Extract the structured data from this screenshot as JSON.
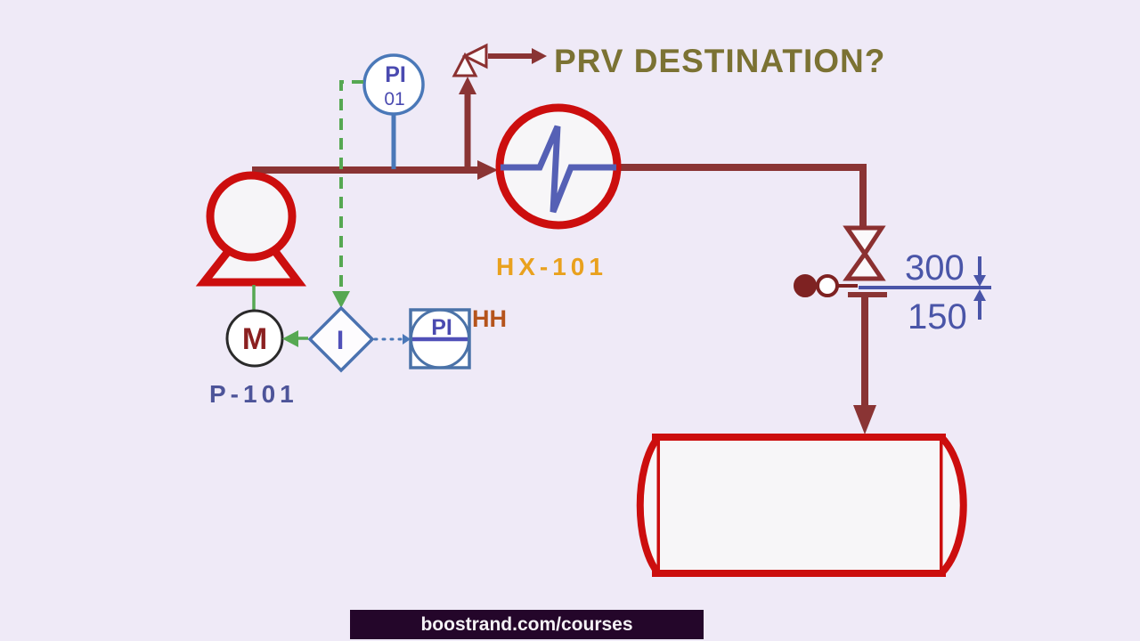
{
  "title": {
    "text": "PRV DESTINATION?"
  },
  "equipment": {
    "pump_label": "P-101",
    "exchanger_label": "HX-101"
  },
  "instruments": {
    "pi_bubble_line1": "PI",
    "pi_bubble_line2": "01",
    "motor_letter": "M",
    "interlock_letter": "I",
    "shared_pi_label": "PI",
    "alarm_flag": "HH"
  },
  "dimensions": {
    "upper_size": "300",
    "lower_size": "150"
  },
  "footer": {
    "url": "boostrand.com/courses"
  },
  "colors": {
    "background": "#efeaf7",
    "equipment_red": "#cc0e0e",
    "pipe_maroon": "#8a3434",
    "instrument_blue": "#4a74b0",
    "text_indigo": "#4a4ab0",
    "signal_green": "#56a852",
    "label_orange": "#e9a11e",
    "label_slate": "#4d5499",
    "title_olive": "#7b7233",
    "alarm_orange": "#b5541c",
    "dim_blue": "#4a55a8",
    "footer_bg": "#24062a"
  }
}
